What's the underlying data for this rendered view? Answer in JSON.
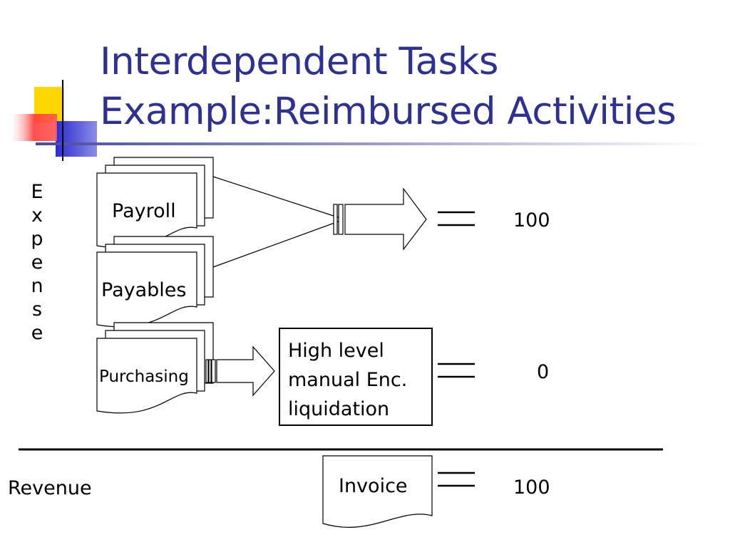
{
  "slide": {
    "title_line1": "Interdependent Tasks",
    "title_line2": "Example:Reimbursed Activities",
    "colors": {
      "title": "#2e3192",
      "accent_yellow": "#ffd700",
      "accent_red": "#ff3333",
      "accent_blue": "#3333cc"
    }
  },
  "diagram": {
    "expense_label": "Expense",
    "revenue_label": "Revenue",
    "documents": {
      "payroll": "Payroll",
      "payables": "Payables",
      "purchasing": "Purchasing",
      "invoice": "Invoice"
    },
    "manual_box": {
      "line1": "High level",
      "line2": "manual Enc.",
      "line3": "liquidation"
    },
    "values": {
      "row1": "100",
      "row2": "0",
      "row3": "100"
    },
    "icons": [
      "stacked-document-icon",
      "right-arrow-icon",
      "equals-sign-icon"
    ]
  }
}
